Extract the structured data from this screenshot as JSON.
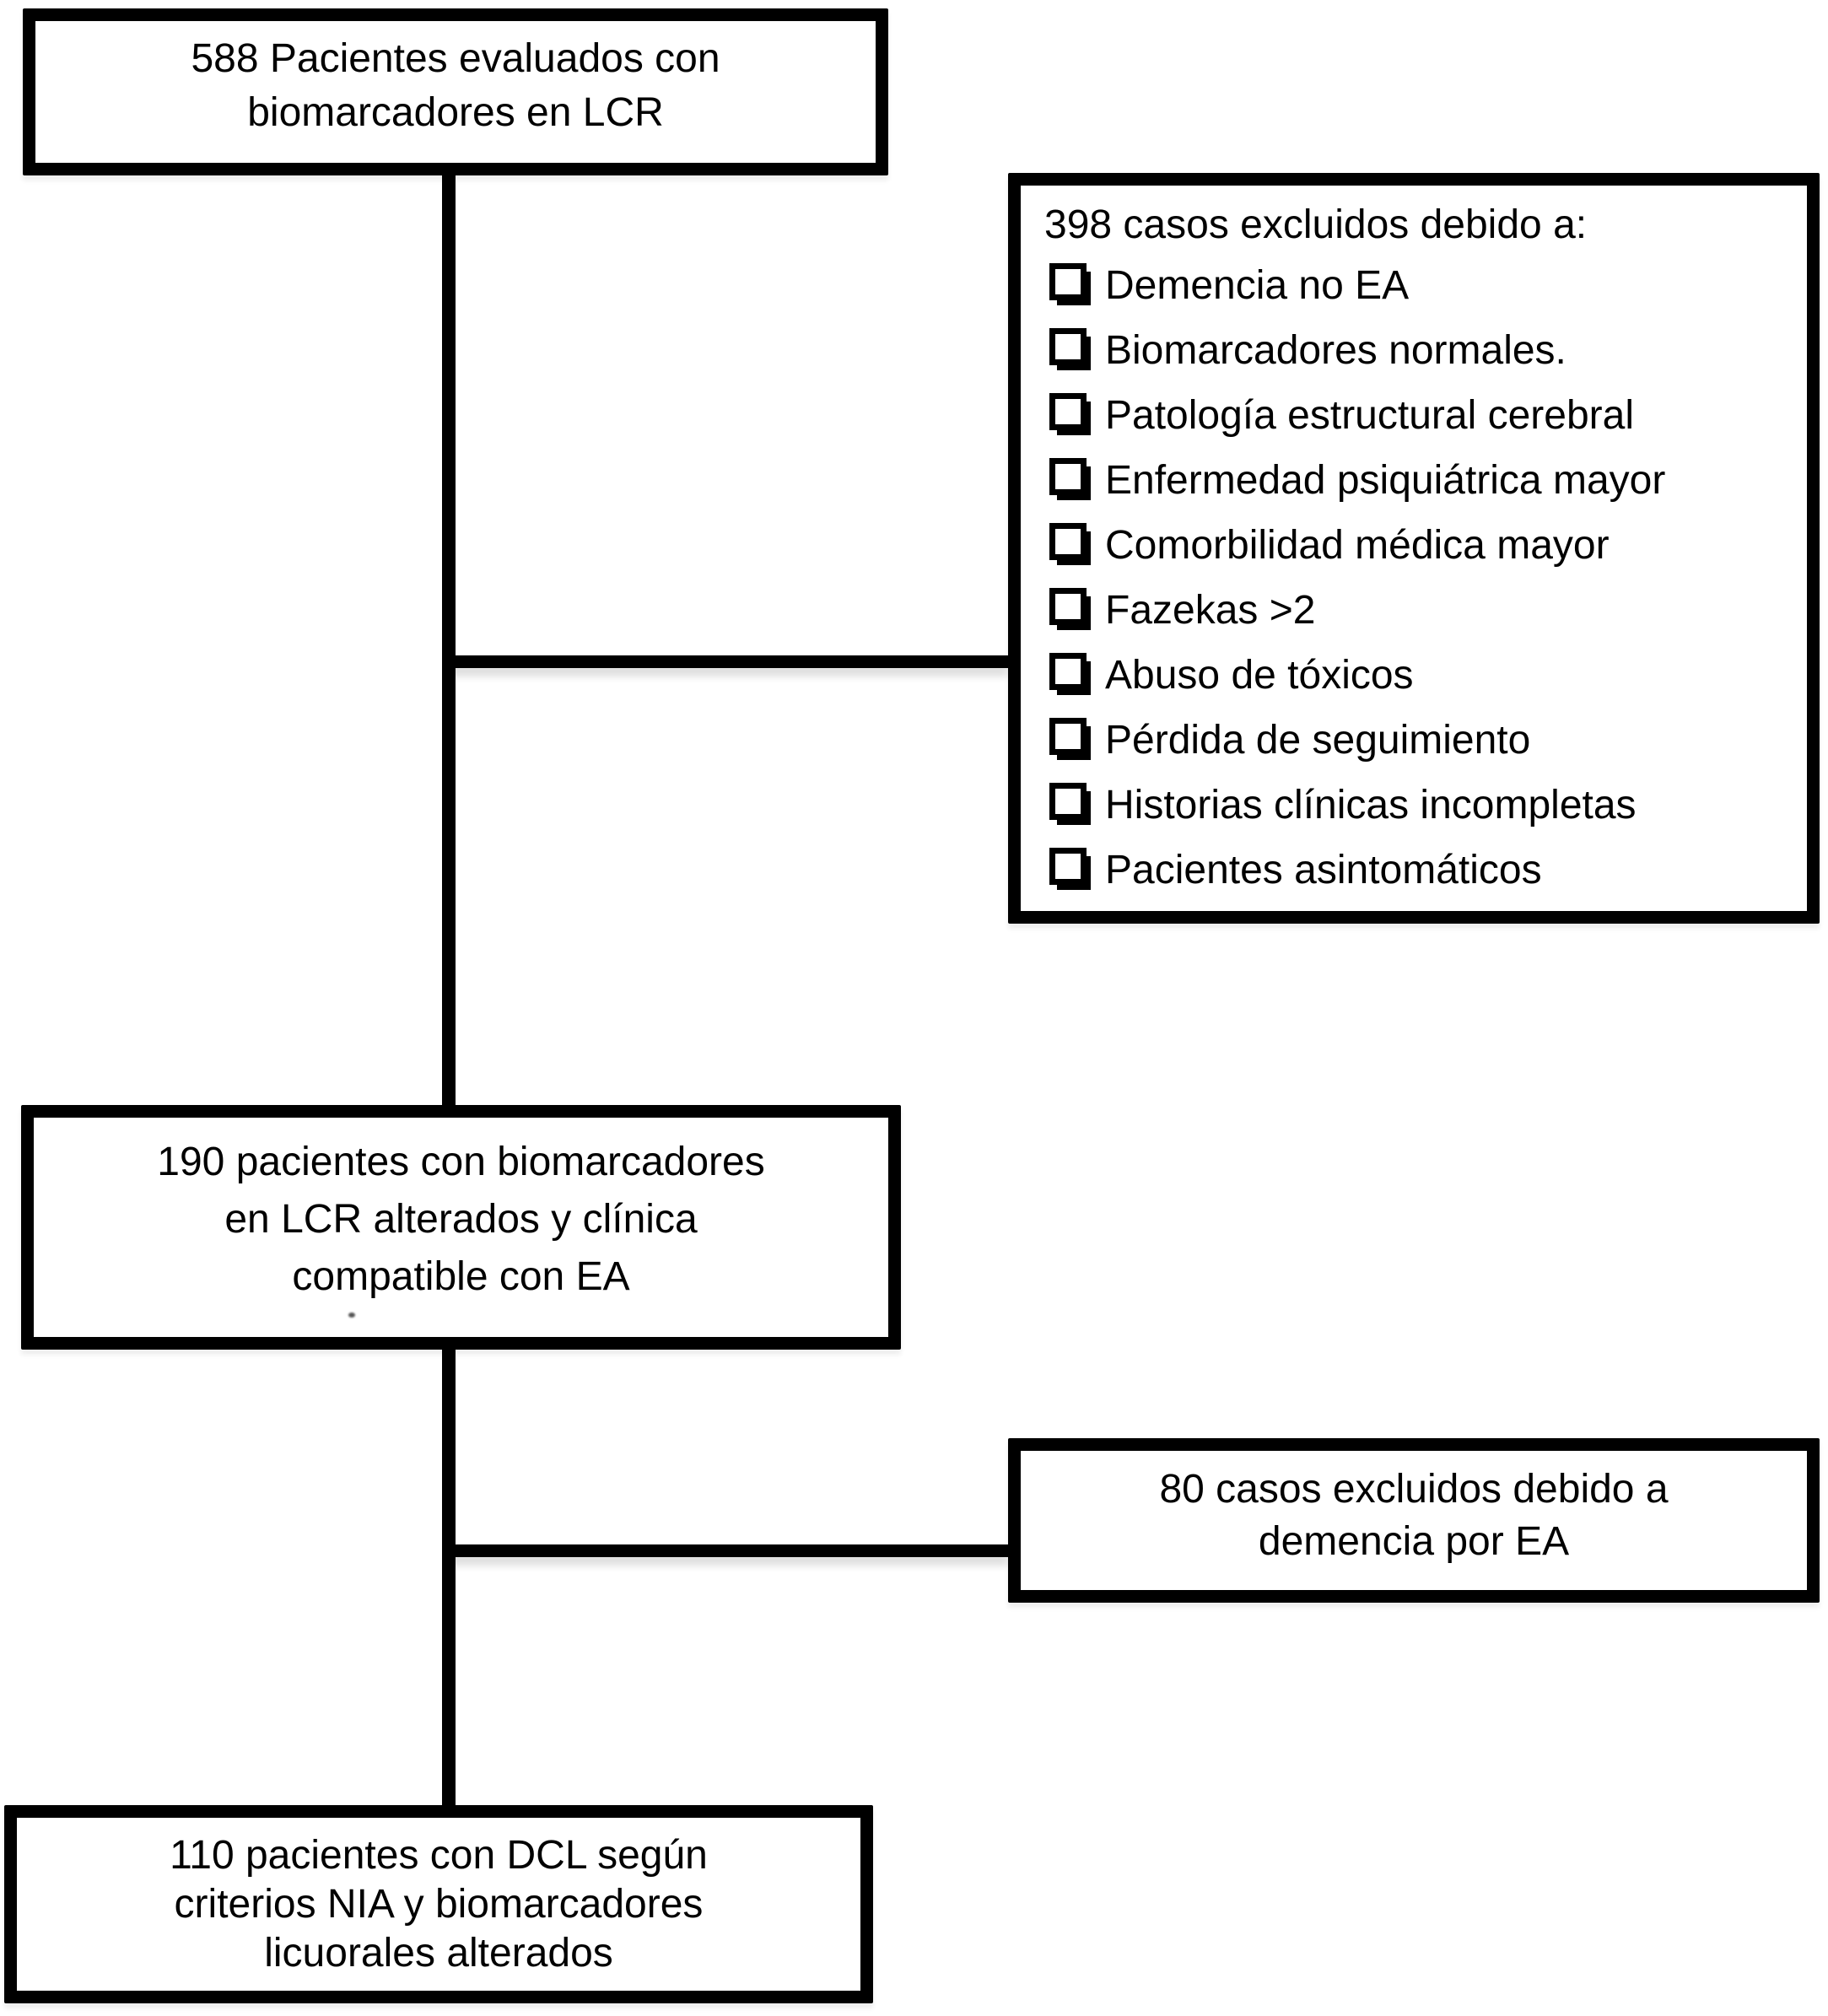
{
  "colors": {
    "ink": "#000000",
    "background": "#ffffff"
  },
  "top_box": {
    "line1": "588 Pacientes evaluados con",
    "line2": "biomarcadores en LCR"
  },
  "exclusion_box": {
    "heading": "398 casos excluidos debido a:",
    "checkbox_icon": "ballot-box",
    "items": [
      "Demencia no EA",
      "Biomarcadores normales.",
      "Patología estructural cerebral",
      "Enfermedad psiquiátrica mayor",
      "Comorbilidad médica mayor",
      "Fazekas >2",
      "Abuso de tóxicos",
      "Pérdida de seguimiento",
      "Historias clínicas incompletas",
      "Pacientes asintomáticos"
    ]
  },
  "middle_box": {
    "line1": "190 pacientes con biomarcadores",
    "line2": "en LCR alterados y clínica",
    "line3": "compatible con EA"
  },
  "dementia_exclusion_box": {
    "line1": "80 casos excluidos debido a",
    "line2": "demencia por EA"
  },
  "bottom_box": {
    "line1": "110 pacientes con DCL según",
    "line2": "criterios NIA y biomarcadores",
    "line3": "licuorales alterados"
  }
}
